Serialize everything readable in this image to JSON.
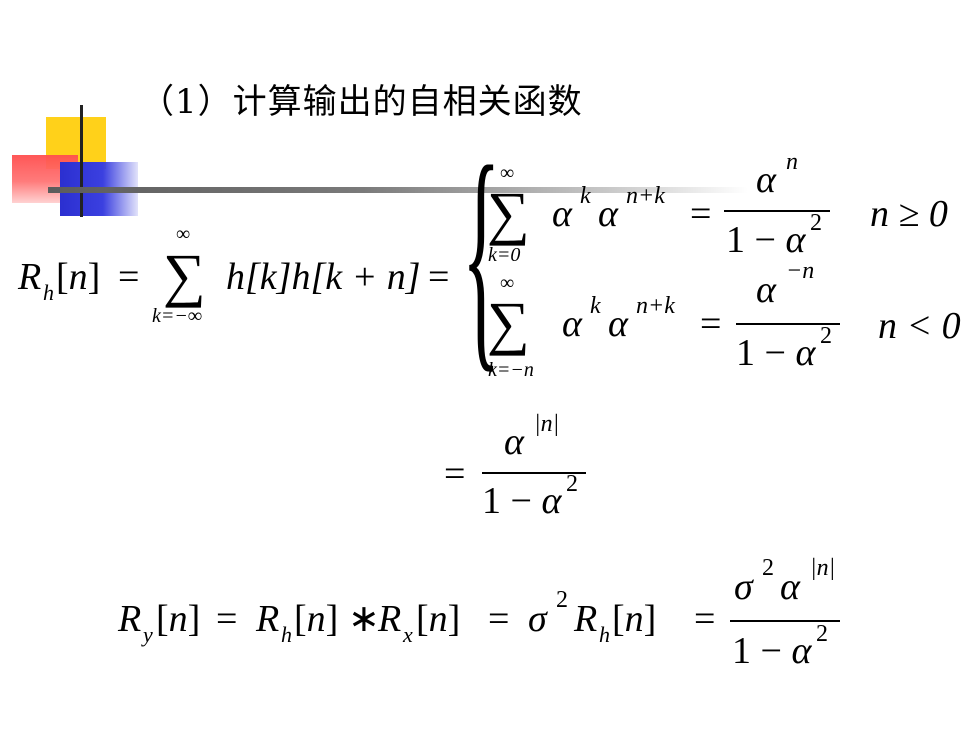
{
  "heading": "（1）计算输出的自相关函数",
  "sym": {
    "R": "R",
    "h": "h",
    "x": "x",
    "y": "y",
    "n": "n",
    "open": "[",
    "close": "]",
    "eq": "=",
    "star": "∗",
    "bracket_n": "[n]",
    "sum": "∑",
    "brace": "{",
    "one_minus": "1 − ",
    "alpha": "α",
    "sigma": "σ",
    "two": "2",
    "inf": "∞",
    "k_eq_neg_inf": "k=−∞",
    "k_eq_0": "k=0",
    "k_eq_neg_n": "k=−n",
    "sup_k": "k",
    "sup_n_plus_k": "n+k",
    "sup_n": "n",
    "sup_neg_n": "−n",
    "sup_abs_n": "|n|",
    "h_k_h_k_n": "h[k]h[k + n]",
    "cond_ge": "n ≥ 0",
    "cond_lt": "n < 0"
  }
}
